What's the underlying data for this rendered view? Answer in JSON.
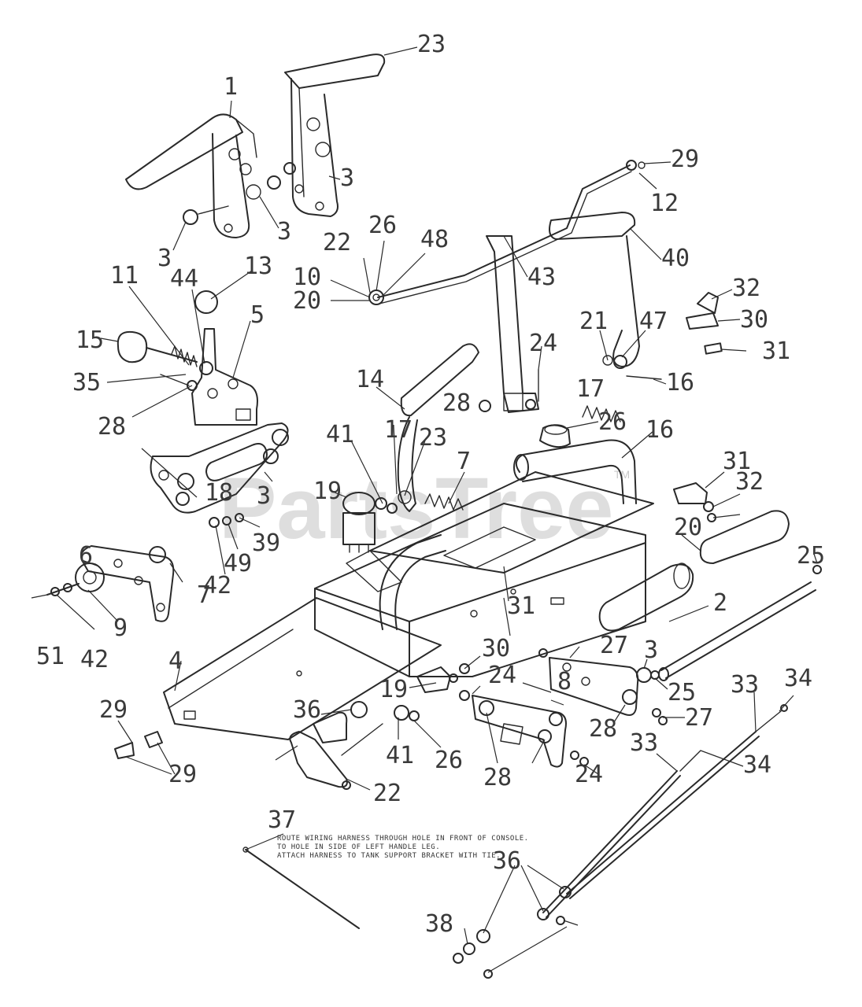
{
  "watermark": {
    "text": "PartsTree",
    "trademark": "TM"
  },
  "note_lines": [
    "ROUTE WIRING HARNESS THROUGH HOLE IN FRONT OF CONSOLE.",
    "TO HOLE IN SIDE OF LEFT HANDLE LEG.",
    "ATTACH HARNESS TO TANK SUPPORT BRACKET WITH TIE."
  ],
  "callouts": [
    {
      "id": "c23a",
      "text": "23"
    },
    {
      "id": "c1",
      "text": "1"
    },
    {
      "id": "c29a",
      "text": "29"
    },
    {
      "id": "c12",
      "text": "12"
    },
    {
      "id": "c3a",
      "text": "3"
    },
    {
      "id": "c3b",
      "text": "3"
    },
    {
      "id": "c3c",
      "text": "3"
    },
    {
      "id": "c22a",
      "text": "22"
    },
    {
      "id": "c26a",
      "text": "26"
    },
    {
      "id": "c48",
      "text": "48"
    },
    {
      "id": "c10",
      "text": "10"
    },
    {
      "id": "c20a",
      "text": "20"
    },
    {
      "id": "c11",
      "text": "11"
    },
    {
      "id": "c44",
      "text": "44"
    },
    {
      "id": "c13",
      "text": "13"
    },
    {
      "id": "c5",
      "text": "5"
    },
    {
      "id": "c15",
      "text": "15"
    },
    {
      "id": "c35",
      "text": "35"
    },
    {
      "id": "c28a",
      "text": "28"
    },
    {
      "id": "c43",
      "text": "43"
    },
    {
      "id": "c40",
      "text": "40"
    },
    {
      "id": "c32",
      "text": "32"
    },
    {
      "id": "c30",
      "text": "30"
    },
    {
      "id": "c31a",
      "text": "31"
    },
    {
      "id": "c21",
      "text": "21"
    },
    {
      "id": "c47",
      "text": "47"
    },
    {
      "id": "c16a",
      "text": "16"
    },
    {
      "id": "c24a",
      "text": "24"
    },
    {
      "id": "c17a",
      "text": "17"
    },
    {
      "id": "c28b",
      "text": "28"
    },
    {
      "id": "c14",
      "text": "14"
    },
    {
      "id": "c26b",
      "text": "26"
    },
    {
      "id": "c16b",
      "text": "16"
    },
    {
      "id": "c41a",
      "text": "41"
    },
    {
      "id": "c17b",
      "text": "17"
    },
    {
      "id": "c23b",
      "text": "23"
    },
    {
      "id": "c7a",
      "text": "7"
    },
    {
      "id": "c19a",
      "text": "19"
    },
    {
      "id": "c31b",
      "text": "31"
    },
    {
      "id": "c32b",
      "text": "32"
    },
    {
      "id": "c20b",
      "text": "20"
    },
    {
      "id": "c18",
      "text": "18"
    },
    {
      "id": "c3d",
      "text": "3"
    },
    {
      "id": "c25a",
      "text": "25"
    },
    {
      "id": "c39",
      "text": "39"
    },
    {
      "id": "c49",
      "text": "49"
    },
    {
      "id": "c42a",
      "text": "42"
    },
    {
      "id": "c2",
      "text": "2"
    },
    {
      "id": "c6",
      "text": "6"
    },
    {
      "id": "c7b",
      "text": "7"
    },
    {
      "id": "c9",
      "text": "9"
    },
    {
      "id": "c4",
      "text": "4"
    },
    {
      "id": "c51",
      "text": "51"
    },
    {
      "id": "c42b",
      "text": "42"
    },
    {
      "id": "c31c",
      "text": "31"
    },
    {
      "id": "c30b",
      "text": "30"
    },
    {
      "id": "c27a",
      "text": "27"
    },
    {
      "id": "c3e",
      "text": "3"
    },
    {
      "id": "c25b",
      "text": "25"
    },
    {
      "id": "c19b",
      "text": "19"
    },
    {
      "id": "c24b",
      "text": "24"
    },
    {
      "id": "c8",
      "text": "8"
    },
    {
      "id": "c28c",
      "text": "28"
    },
    {
      "id": "c27b",
      "text": "27"
    },
    {
      "id": "c33a",
      "text": "33"
    },
    {
      "id": "c34a",
      "text": "34"
    },
    {
      "id": "c29b",
      "text": "29"
    },
    {
      "id": "c36",
      "text": "36"
    },
    {
      "id": "c41b",
      "text": "41"
    },
    {
      "id": "c26c",
      "text": "26"
    },
    {
      "id": "c22b",
      "text": "22"
    },
    {
      "id": "c28d",
      "text": "28"
    },
    {
      "id": "c24c",
      "text": "24"
    },
    {
      "id": "c33b",
      "text": "33"
    },
    {
      "id": "c34b",
      "text": "34"
    },
    {
      "id": "c37",
      "text": "37"
    },
    {
      "id": "c29c",
      "text": "29"
    },
    {
      "id": "c38",
      "text": "38"
    },
    {
      "id": "c36b",
      "text": "36"
    }
  ]
}
